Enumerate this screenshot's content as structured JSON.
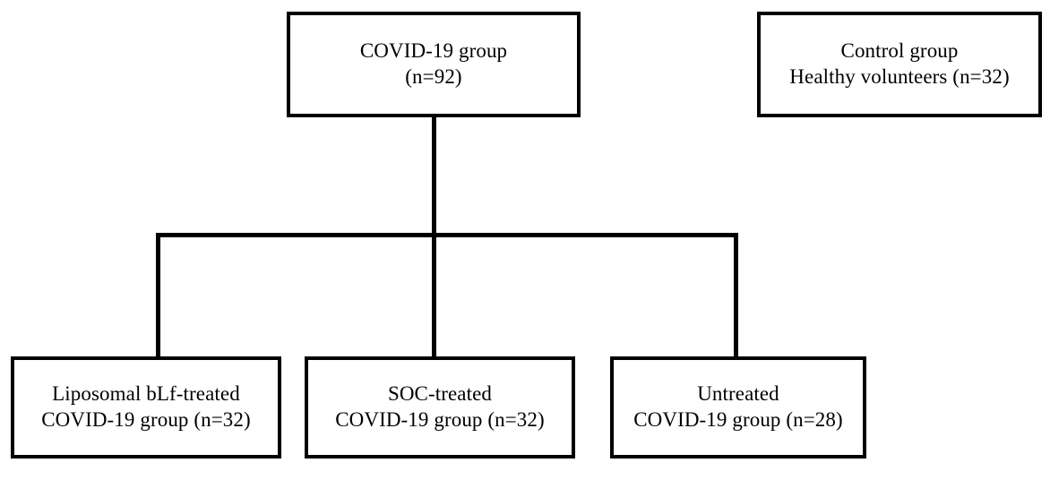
{
  "diagram": {
    "title": "Study group allocation flow diagram",
    "type": "flowchart",
    "colors": {
      "background": "#ffffff",
      "border": "#000000",
      "text": "#000000",
      "connector": "#000000"
    },
    "nodes": {
      "covid_group": {
        "id": "covid-group",
        "line1": "COVID-19 group",
        "line2": "(n=92)",
        "n": 92
      },
      "control_group": {
        "id": "control-group",
        "line1": "Control group",
        "line2": "Healthy volunteers (n=32)",
        "n": 32
      },
      "blf_treated": {
        "id": "liposomal-blf-treated-group",
        "line1": "Liposomal bLf-treated",
        "line2": "COVID-19 group (n=32)",
        "n": 32
      },
      "soc_treated": {
        "id": "soc-treated-group",
        "line1": "SOC-treated",
        "line2": "COVID-19 group (n=32)",
        "n": 32
      },
      "untreated": {
        "id": "untreated-group",
        "line1": "Untreated",
        "line2": "COVID-19 group (n=28)",
        "n": 28
      }
    },
    "connectors": [
      {
        "id": "trunk",
        "from": "covid_group",
        "to": "soc_treated",
        "orientation": "vertical"
      },
      {
        "id": "split-bar",
        "from": "covid_group",
        "to": "branches",
        "orientation": "horizontal"
      },
      {
        "id": "branch-left",
        "from": "split-bar",
        "to": "blf_treated",
        "orientation": "vertical"
      },
      {
        "id": "branch-right",
        "from": "split-bar",
        "to": "untreated",
        "orientation": "vertical"
      }
    ]
  }
}
